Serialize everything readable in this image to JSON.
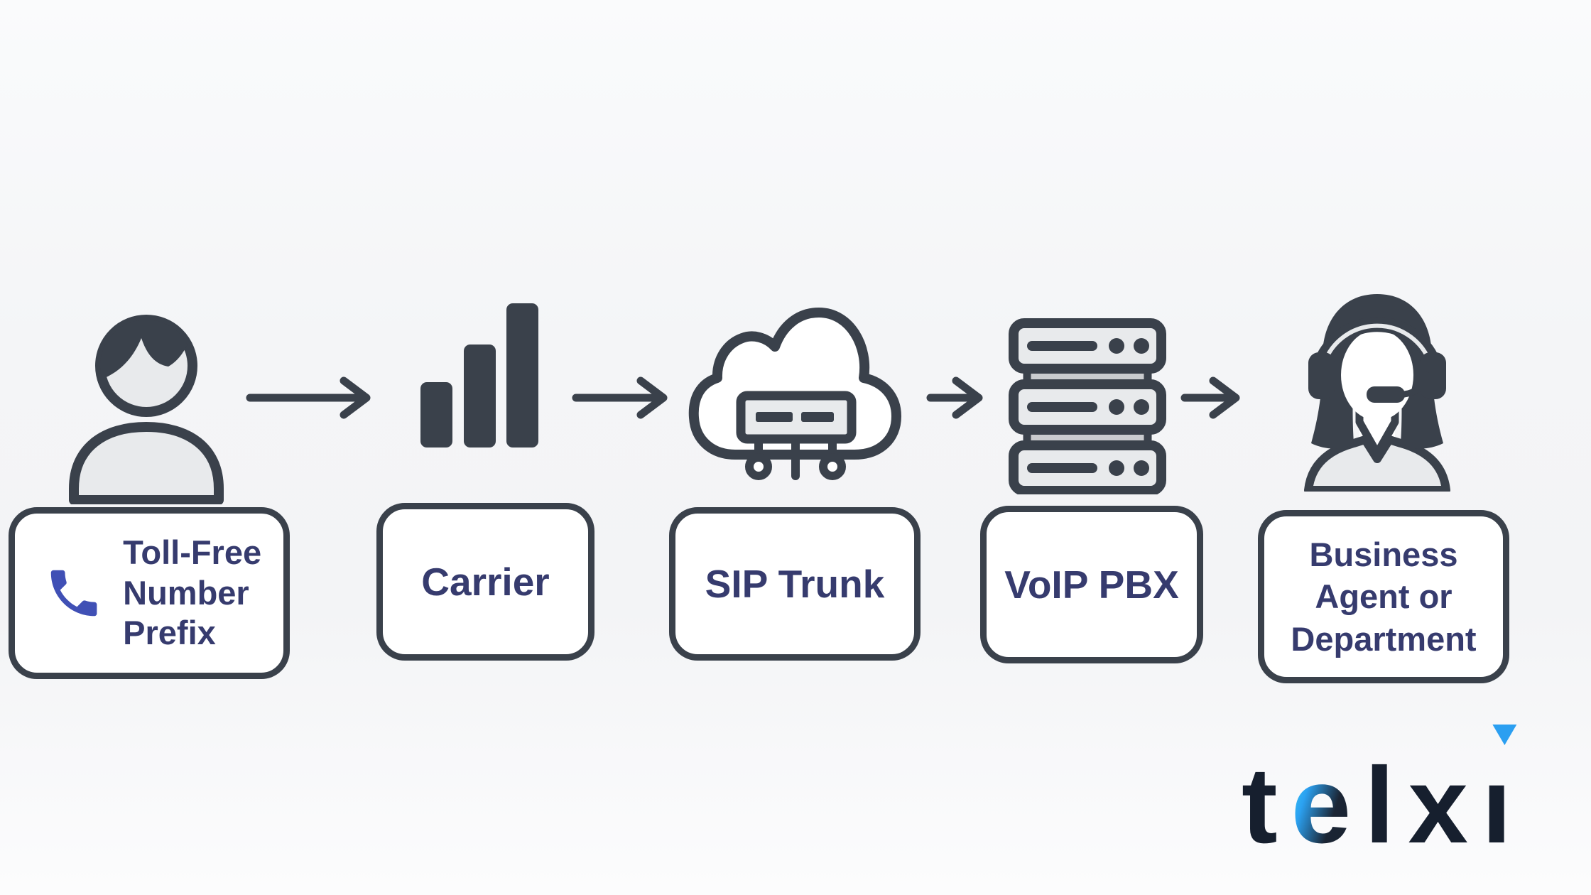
{
  "title": "Toll-free call routing flow diagram",
  "colors": {
    "ink": "#3a414b",
    "icon_fill": "#e8eaec",
    "box_background": "#ffffff",
    "box_text": "#363b6e",
    "phone_blue": "#4050b5",
    "logo_navy": "#161f2e",
    "logo_blue": "#2b9ff1",
    "logo_cyan": "#41ddf8"
  },
  "flow": {
    "steps": [
      {
        "label": "Toll-Free Number Prefix",
        "icon": "user-icon"
      },
      {
        "label": "Carrier",
        "icon": "signal-bars-icon"
      },
      {
        "label": "SIP Trunk",
        "icon": "cloud-switch-icon"
      },
      {
        "label": "VoIP PBX",
        "icon": "server-stack-icon"
      },
      {
        "label": "Business Agent or Department",
        "icon": "support-agent-icon"
      }
    ]
  },
  "logo": {
    "text": "telxi",
    "letters": {
      "t": "t",
      "e": "e",
      "l": "l",
      "x": "x",
      "i": "ı"
    }
  }
}
